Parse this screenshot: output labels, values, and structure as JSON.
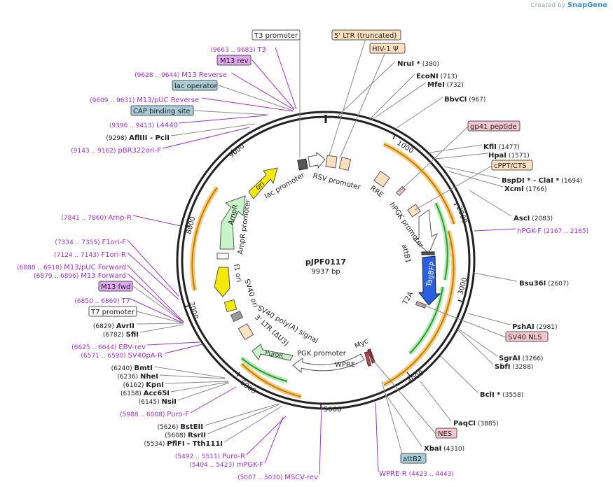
{
  "brand": {
    "created_by": "Created by",
    "app": "SnapGene"
  },
  "plasmid": {
    "name": "pJPF0117",
    "size": "9937 bp"
  },
  "tick_labels": [
    "1000",
    "2000",
    "3000",
    "4000",
    "5000",
    "6000",
    "7000",
    "8000",
    "9000"
  ],
  "colors": {
    "backbone": "#222222",
    "primer": "#9b30c8",
    "enzyme_line": "#888888",
    "orange_arc": "#f0a830",
    "green_arc": "#2e9d2e",
    "tagbfp": "#2c5fe0",
    "ori": "#f5e90a",
    "ampr": "#c8f5c8",
    "puror": "#c8f5c8",
    "ltr": "#fde0c0",
    "misc_feature": "#f5c6d0",
    "protein_bind": "#a7ccd8"
  },
  "left_features": {
    "t3_promoter": "T3 promoter",
    "m13_rev": "M13 rev",
    "lac_operator": "lac operator",
    "cap_site": "CAP binding site",
    "m13_fwd": "M13 fwd",
    "t7_promoter": "T7 promoter"
  },
  "top_features": {
    "ltr_trunc": "5' LTR (truncated)",
    "hiv_psi": "HIV-1 Ψ"
  },
  "right_features": {
    "gp41": "gp41 peptide",
    "cppt": "cPPT/CTS",
    "sv40_nls": "SV40 NLS",
    "nes": "NES",
    "attb2": "attB2"
  },
  "left_labels": [
    {
      "range": "(9663 .. 9683)",
      "name": "T3",
      "kind": "primer"
    },
    {
      "range": "(9628 .. 9644)",
      "name": "M13 Reverse",
      "kind": "primer"
    },
    {
      "range": "(9609 .. 9631)",
      "name": "M13/pUC Reverse",
      "kind": "primer"
    },
    {
      "range": "(9396 .. 9413)",
      "name": "L4440",
      "kind": "primer"
    },
    {
      "range": "(9298)",
      "name": "AflIII",
      "extra": "- PciI",
      "kind": "enzyme"
    },
    {
      "range": "(9143 .. 9162)",
      "name": "pBR322ori-F",
      "kind": "primer"
    },
    {
      "range": "(7841 .. 7860)",
      "name": "Amp-R",
      "kind": "primer"
    },
    {
      "range": "(7334 .. 7355)",
      "name": "F1ori-F",
      "kind": "primer"
    },
    {
      "range": "(7124 .. 7143)",
      "name": "F1ori-R",
      "kind": "primer"
    },
    {
      "range": "(6888 .. 6910)",
      "name": "M13/pUC Forward",
      "kind": "primer"
    },
    {
      "range": "(6879 .. 6896)",
      "name": "M13 Forward",
      "kind": "primer"
    },
    {
      "range": "(6850 .. 6869)",
      "name": "T7",
      "kind": "primer"
    },
    {
      "range": "(6829)",
      "name": "AvrII",
      "kind": "enzyme"
    },
    {
      "range": "(6782)",
      "name": "SfiI",
      "kind": "enzyme"
    },
    {
      "range": "(6625 .. 6644)",
      "name": "EBV-rev",
      "kind": "primer"
    },
    {
      "range": "(6571 .. 6590)",
      "name": "SV40pA-R",
      "kind": "primer"
    },
    {
      "range": "(6240)",
      "name": "BmtI",
      "kind": "enzyme"
    },
    {
      "range": "(6236)",
      "name": "NheI",
      "kind": "enzyme"
    },
    {
      "range": "(6162)",
      "name": "KpnI",
      "kind": "enzyme"
    },
    {
      "range": "(6158)",
      "name": "Acc65I",
      "kind": "enzyme"
    },
    {
      "range": "(6145)",
      "name": "NsiI",
      "kind": "enzyme"
    },
    {
      "range": "(5988 .. 6008)",
      "name": "Puro-F",
      "kind": "primer"
    },
    {
      "range": "(5626)",
      "name": "BstEII",
      "kind": "enzyme"
    },
    {
      "range": "(5608)",
      "name": "RsrII",
      "kind": "enzyme"
    },
    {
      "range": "(5534)",
      "name": "PflFI",
      "extra": "- Tth111I",
      "kind": "enzyme"
    },
    {
      "range": "(5492 .. 5511)",
      "name": "Puro-R",
      "kind": "primer"
    },
    {
      "range": "(5404 .. 5423)",
      "name": "mPGK-F",
      "kind": "primer"
    },
    {
      "range": "(5007 .. 5030)",
      "name": "MSCV-rev",
      "kind": "primer"
    }
  ],
  "right_labels": [
    {
      "name": "NruI *",
      "range": "(380)",
      "kind": "enzyme"
    },
    {
      "name": "EcoNI",
      "range": "(713)",
      "kind": "enzyme"
    },
    {
      "name": "MfeI",
      "range": "(732)",
      "kind": "enzyme"
    },
    {
      "name": "BbvCI",
      "range": "(967)",
      "kind": "enzyme"
    },
    {
      "name": "KflI",
      "range": "(1477)",
      "kind": "enzyme"
    },
    {
      "name": "HpaI",
      "range": "(1571)",
      "kind": "enzyme"
    },
    {
      "name": "BspDI *",
      "extra": "- ClaI *",
      "range": "(1694)",
      "kind": "enzyme"
    },
    {
      "name": "XcmI",
      "range": "(1766)",
      "kind": "enzyme"
    },
    {
      "name": "AscI",
      "range": "(2083)",
      "kind": "enzyme"
    },
    {
      "name": "hPGK-F",
      "range": "(2167 .. 2185)",
      "kind": "primer"
    },
    {
      "name": "Bsu36I",
      "range": "(2607)",
      "kind": "enzyme"
    },
    {
      "name": "PshAI",
      "range": "(2981)",
      "kind": "enzyme"
    },
    {
      "name": "SgrAI",
      "range": "(3266)",
      "kind": "enzyme"
    },
    {
      "name": "SbfI",
      "range": "(3288)",
      "kind": "enzyme"
    },
    {
      "name": "BclI *",
      "range": "(3558)",
      "kind": "enzyme"
    },
    {
      "name": "PaqCI",
      "range": "(3885)",
      "kind": "enzyme"
    },
    {
      "name": "XbaI",
      "range": "(4310)",
      "kind": "enzyme"
    },
    {
      "name": "WPRE-R",
      "range": "(4423 .. 4443)",
      "kind": "primer"
    }
  ],
  "inner_labels": {
    "rsv_promoter": "RSV promoter",
    "lac_promoter": "lac promoter",
    "rre": "RRE",
    "hpgk_promoter": "hPGK promoter",
    "attb1": "attB1",
    "tagbfp": "TagBFP",
    "t2a": "T2A",
    "myc": "Myc",
    "wpre": "WPRE",
    "pgk_promoter": "PGK promoter",
    "puror": "PuroR",
    "sv40_polya": "SV40 poly(A) signal",
    "ltr3": "3' LTR (ΔU3)",
    "sv40_ori": "SV40 ori",
    "f1_ori": "f1 ori",
    "ampr_promoter": "AmpR promoter",
    "ampr": "AmpR",
    "ori": "ori"
  }
}
